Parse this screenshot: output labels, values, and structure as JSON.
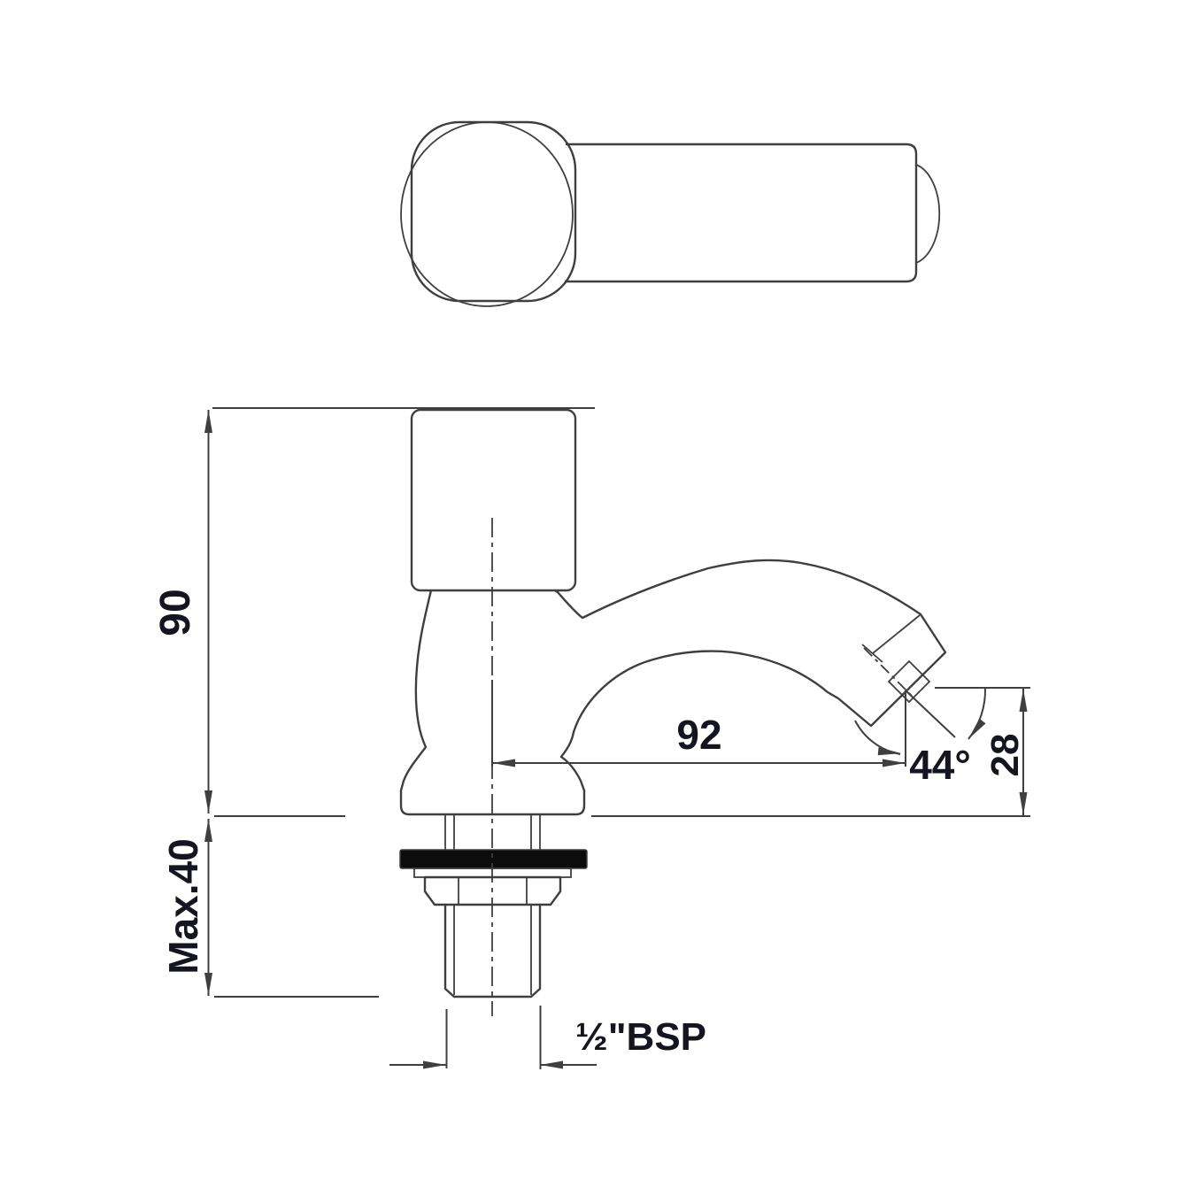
{
  "drawing": {
    "kind": "technical-dimension-drawing",
    "labels": {
      "height": "90",
      "max_deck": "Max.40",
      "reach": "92",
      "angle": "44°",
      "drop": "28",
      "thread": "½\"BSP"
    },
    "colors": {
      "line": "#3f3f3f",
      "text": "#15151f",
      "fill": "#0c0c0c",
      "background": "#ffffff"
    }
  }
}
